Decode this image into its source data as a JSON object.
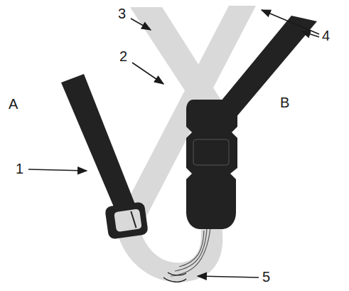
{
  "diagram": {
    "labels": [
      "3",
      "4",
      "A",
      "2",
      "B",
      "1",
      "5"
    ]
  }
}
